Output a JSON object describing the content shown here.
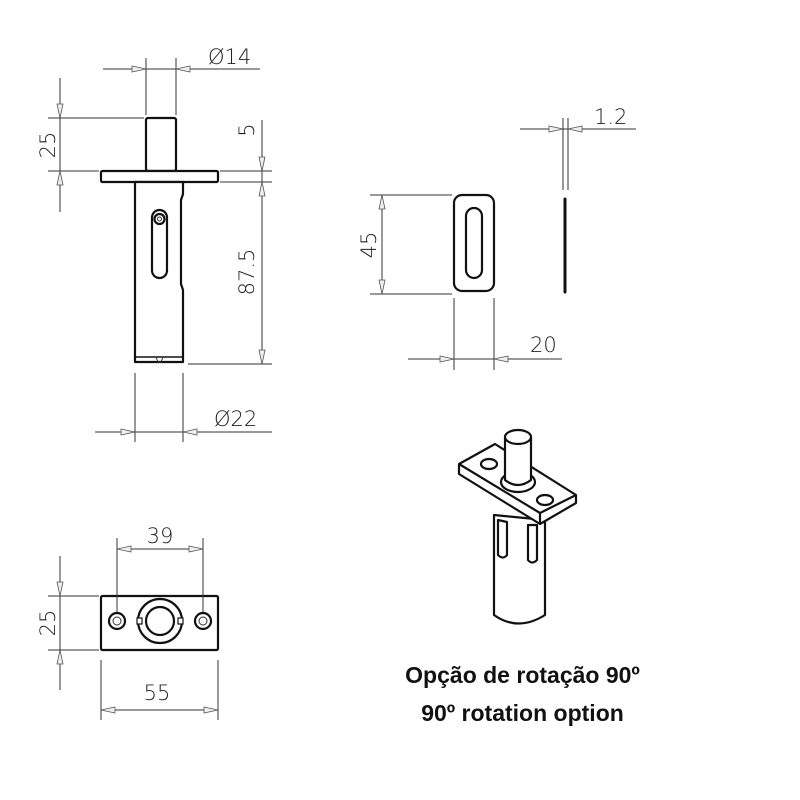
{
  "side_view": {
    "pin_diameter": "Ø14",
    "pin_length": "25",
    "flange_thickness": "5",
    "body_length": "87.5",
    "body_diameter": "Ø22"
  },
  "front_view": {
    "height": "45",
    "width": "20",
    "thickness": "1.2"
  },
  "bottom_view": {
    "hole_spacing": "39",
    "height": "25",
    "width": "55"
  },
  "caption": {
    "pt": "Opção de rotação 90º",
    "en": "90º rotation option"
  }
}
